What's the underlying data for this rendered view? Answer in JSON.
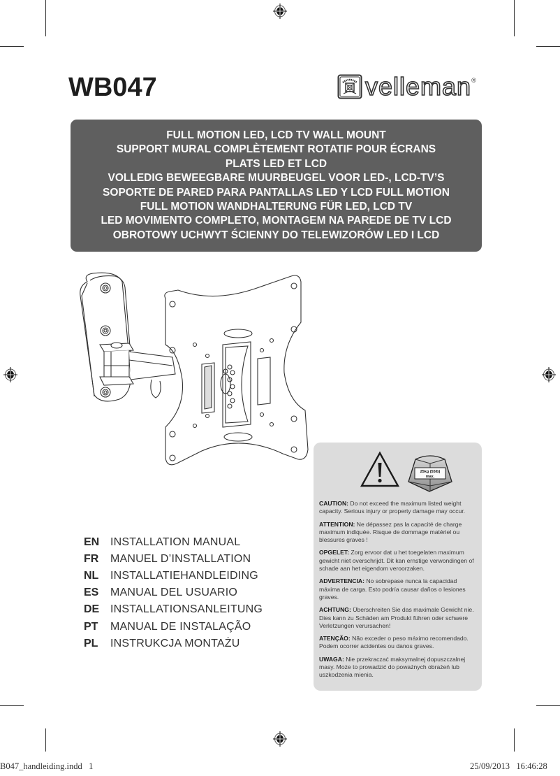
{
  "document": {
    "model": "WB047",
    "brand": {
      "name": "velleman",
      "registered_mark": "®"
    },
    "title_banner": {
      "background_color": "#5f5f5f",
      "lines": [
        "FULL MOTION LED, LCD TV WALL MOUNT",
        "SUPPORT MURAL COMPLÈTEMENT ROTATIF POUR ÉCRANS",
        "PLATS LED ET LCD",
        "VOLLEDIG BEWEEGBARE MUURBEUGEL VOOR LED-, LCD-TV’S",
        "SOPORTE DE PARED PARA PANTALLAS LED Y LCD FULL MOTION",
        "FULL MOTION WANDHALTERUNG FÜR LED, LCD TV",
        "LED MOVIMENTO COMPLETO, MONTAGEM NA PAREDE DE TV LCD",
        "OBROTOWY UCHWYT ŚCIENNY DO TELEWIZORÓW LED I LCD"
      ]
    },
    "product_illustration": {
      "icon": "tv-wall-mount-drawing"
    },
    "languages": [
      {
        "code": "EN",
        "title": "INSTALLATION MANUAL"
      },
      {
        "code": "FR",
        "title": "MANUEL D’INSTALLATION"
      },
      {
        "code": "NL",
        "title": "INSTALLATIEHANDLEIDING"
      },
      {
        "code": "ES",
        "title": "MANUAL DEL USUARIO"
      },
      {
        "code": "DE",
        "title": "INSTALLATIONSANLEITUNG"
      },
      {
        "code": "PT",
        "title": "MANUAL DE INSTALAÇÃO"
      },
      {
        "code": "PL",
        "title": "INSTRUKCJA MONTAŻU"
      }
    ],
    "caution_box": {
      "background_color": "#dcdcdc",
      "weight_label_line1": "25kg (55lb)",
      "weight_label_line2": "max.",
      "warnings": [
        {
          "label": "CAUTION:",
          "text": " Do not exceed the maximum listed weight capacity. Serious injury or property damage may occur."
        },
        {
          "label": "ATTENTION:",
          "text": " Ne dépassez pas la capacité de charge maximum indiquée. Risque de dommage matériel ou blessures graves !"
        },
        {
          "label": "OPGELET:",
          "text": " Zorg ervoor dat u het toegelaten maximum gewicht niet overschrijdt. Dit kan ernstige verwondingen of schade aan het eigendom veroorzaken."
        },
        {
          "label": "ADVERTENCIA:",
          "text": " No sobrepase nunca la capacidad máxima de carga. Esto podría causar daños o lesiones graves."
        },
        {
          "label": "ACHTUNG:",
          "text": " Überschreiten Sie das maximale Gewicht nie. Dies kann zu Schäden am Produkt führen oder schwere Verletzungen verursachen!"
        },
        {
          "label": "ATENÇÃO:",
          "text": " Não exceder o peso máximo recomendado. Podem ocorrer acidentes ou danos graves."
        },
        {
          "label": "UWAGA:",
          "text": " Nie przekraczać maksymalnej dopuszczalnej masy. Może to prowadzić do poważnych obrażeń lub uszkodzenia mienia."
        }
      ]
    },
    "print_slug": {
      "filename": "B047_handleiding.indd   1",
      "timestamp": "25/09/2013   16:46:28"
    }
  }
}
